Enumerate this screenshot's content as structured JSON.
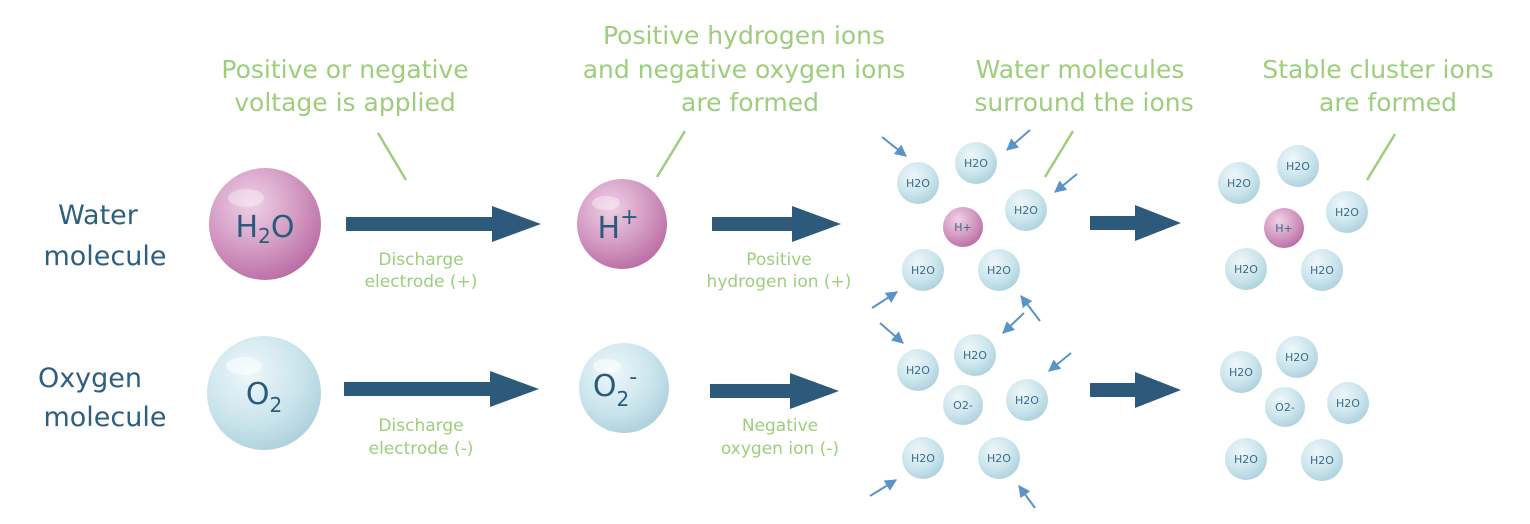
{
  "rows": {
    "water": {
      "label_line1": "Water",
      "label_line2": "molecule",
      "symbol_main": "H",
      "symbol_sub": "2",
      "symbol_tail": "O"
    },
    "oxygen": {
      "label_line1": "Oxygen",
      "label_line2": "molecule",
      "symbol_main": "O",
      "symbol_sub": "2"
    }
  },
  "ions": {
    "hydrogen": {
      "symbol": "H",
      "charge": "+"
    },
    "oxygen": {
      "symbol": "O",
      "sub": "2",
      "charge": "-"
    }
  },
  "notes": {
    "voltage": [
      "Positive or negative",
      "voltage is applied"
    ],
    "ions_formed": [
      "Positive hydrogen ions",
      "and negative oxygen ions",
      "are formed"
    ],
    "surround": [
      "Water molecules",
      "surround the ions"
    ],
    "stable": [
      "Stable cluster ions",
      "are formed"
    ]
  },
  "edge_labels": {
    "discharge_pos": [
      "Discharge",
      "electrode (+)"
    ],
    "discharge_neg": [
      "Discharge",
      "electrode (-)"
    ],
    "pos_ion": [
      "Positive",
      "hydrogen ion (+)"
    ],
    "neg_ion": [
      "Negative",
      "oxygen ion (-)"
    ]
  },
  "small": {
    "water": "H2O",
    "h_plus": "H+",
    "o2_minus": "O2-"
  },
  "colors": {
    "pink": "#c782b5",
    "blue": "#bfdde6",
    "arrow": "#2d5a7b",
    "note": "#9cce7b",
    "row_label": "#2e5f7e",
    "pusher": "#5b93c9"
  }
}
